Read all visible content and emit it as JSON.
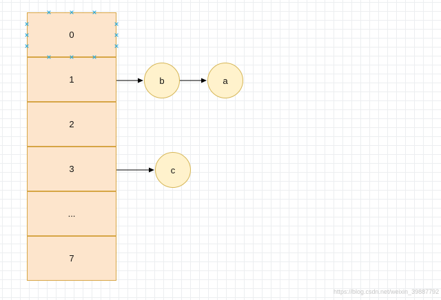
{
  "array": {
    "cells": [
      {
        "label": "0",
        "selected": true
      },
      {
        "label": "1",
        "selected": false
      },
      {
        "label": "2",
        "selected": false
      },
      {
        "label": "3",
        "selected": false
      },
      {
        "label": "...",
        "selected": false
      },
      {
        "label": "7",
        "selected": false
      }
    ]
  },
  "nodes": {
    "b": "b",
    "a": "a",
    "c": "c"
  },
  "colors": {
    "cell_fill": "#fde5cc",
    "cell_border": "#d6a544",
    "node_fill": "#fff2cc",
    "node_border": "#d6b656",
    "selection_handle": "#29a8d8",
    "arrow": "#000000",
    "grid": "#eceef0"
  },
  "watermark": "https://blog.csdn.net/weixin_39887792"
}
